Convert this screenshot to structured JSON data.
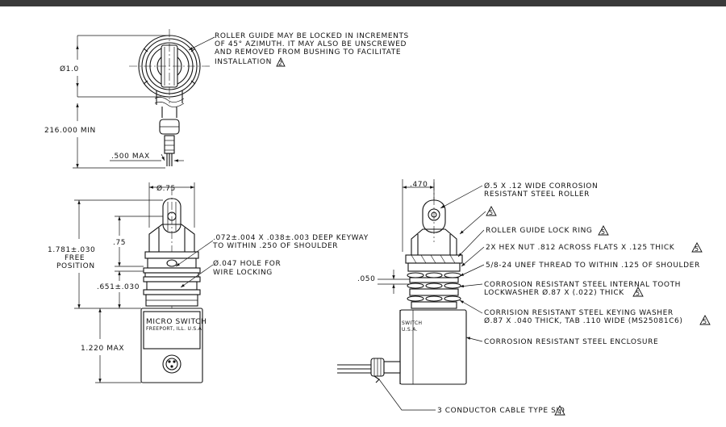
{
  "top_view": {
    "diameter_label": "Ø1.0",
    "length_label": "216.000 MIN",
    "cable_label": ".500 MAX",
    "note_line1": "ROLLER GUIDE MAY BE LOCKED IN INCREMENTS",
    "note_line2": "OF 45° AZIMUTH.  IT MAY ALSO BE UNSCREWED",
    "note_line3": "AND REMOVED FROM BUSHING TO FACILITATE",
    "note_line4": "INSTALLATION",
    "note_ref": "2"
  },
  "front_view": {
    "width_label": "Ø.75",
    "free_position_value": "1.781±.030",
    "free_position_word1": "FREE",
    "free_position_word2": "POSITION",
    "plunger_label": ".75",
    "bushing_label": ".651±.030",
    "enclosure_label": "1.220 MAX",
    "keyway_line1": ".072±.004 X .038±.003 DEEP KEYWAY",
    "keyway_line2": "TO WITHIN .250 OF SHOULDER",
    "hole_line1": "Ø.047 HOLE FOR",
    "hole_line2": "WIRE LOCKING",
    "label_line1": "MICRO SWITCH",
    "label_line2": "FREEPORT, ILL. U.S.A."
  },
  "side_view": {
    "width_label": ".470",
    "gap_label": ".050",
    "label_fragment1": "SWITCH",
    "label_fragment2": "U.S.A.",
    "callouts": [
      {
        "line1": "Ø.5 X .12 WIDE CORROSION",
        "line2": "RESISTANT STEEL ROLLER",
        "ref": ""
      },
      {
        "line1": "",
        "line2": "",
        "ref": "5"
      },
      {
        "line1": "ROLLER GUIDE LOCK RING",
        "line2": "",
        "ref": "5"
      },
      {
        "line1": "2X HEX NUT .812 ACROSS FLATS X .125 THICK",
        "line2": "",
        "ref": "5"
      },
      {
        "line1": "5/8-24 UNEF THREAD TO WITHIN .125 OF SHOULDER",
        "line2": "",
        "ref": ""
      },
      {
        "line1": "CORROSION RESISTANT STEEL INTERNAL TOOTH",
        "line2": "LOCKWASHER Ø.87 X (.022) THICK",
        "ref": "5"
      },
      {
        "line1": "CORRISION RESISTANT STEEL KEYING WASHER",
        "line2": "Ø.87 X .040 THICK, TAB .110 WIDE (MS25081C6)",
        "ref": "5"
      },
      {
        "line1": "CORROSION RESISTANT STEEL ENCLOSURE",
        "line2": "",
        "ref": ""
      },
      {
        "line1": "3 CONDUCTOR CABLE TYPE SJO",
        "line2": "",
        "ref": "4"
      }
    ]
  }
}
